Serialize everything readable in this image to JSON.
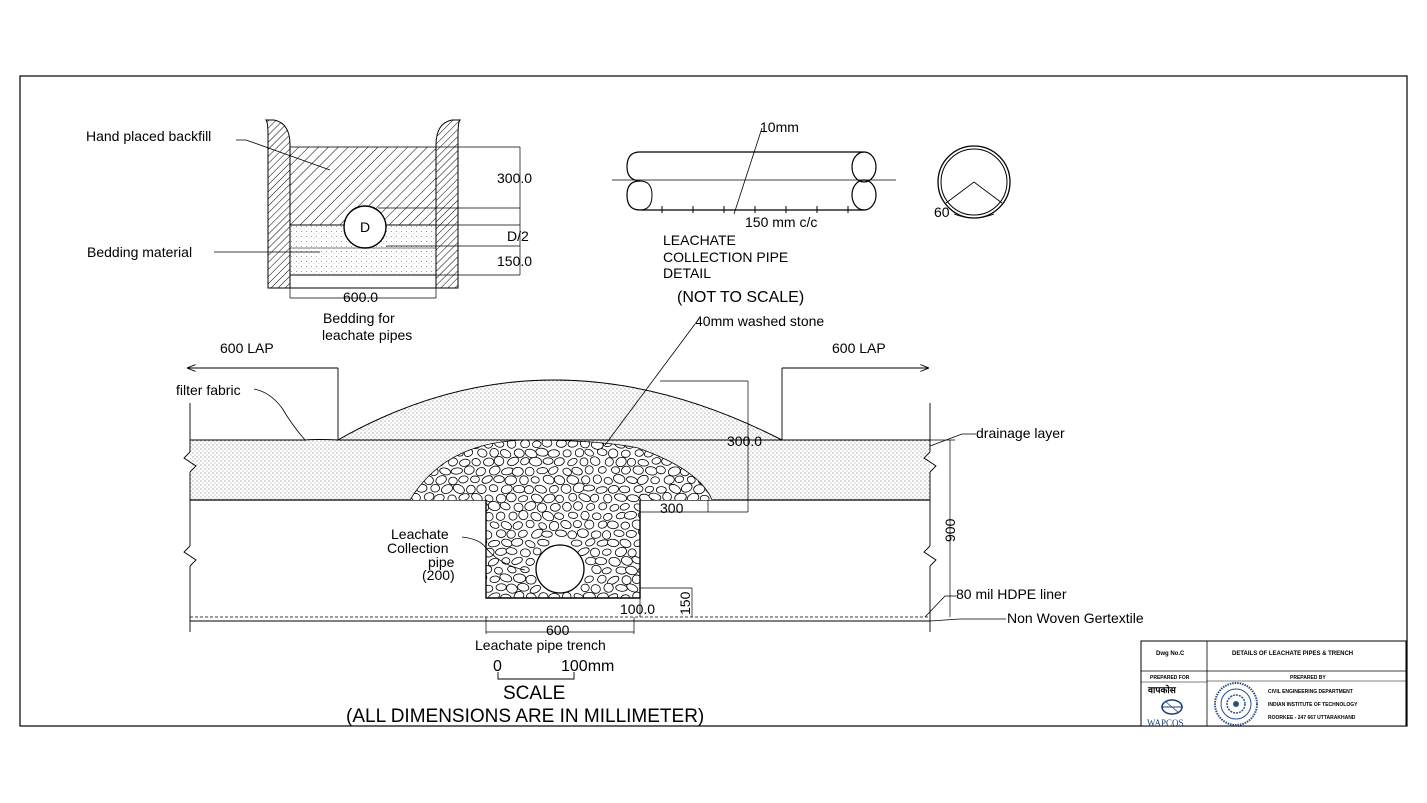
{
  "bedding_detail": {
    "backfill_label": "Hand placed backfill",
    "bedding_label": "Bedding material",
    "pipe_symbol": "D",
    "dim_top": "300.0",
    "dim_half": "D/2",
    "dim_bottom": "150.0",
    "dim_width": "600.0",
    "caption_line1": "Bedding for",
    "caption_line2": "leachate pipes"
  },
  "pipe_detail": {
    "perforation": "10mm",
    "spacing": "150 mm c/c",
    "title_line1": "LEACHATE",
    "title_line2": "COLLECTION PIPE",
    "title_line3": "DETAIL",
    "scale_note": "(NOT TO SCALE)",
    "angle": "60"
  },
  "trench_detail": {
    "stone_label": "40mm washed stone",
    "lap_left": "600 LAP",
    "lap_right": "600 LAP",
    "filter_label": "filter fabric",
    "drainage_label": "drainage layer",
    "dim_mound": "300.0",
    "dim_offset": "300",
    "dim_depth": "900",
    "pipe_label_1": "Leachate",
    "pipe_label_2": "Collection",
    "pipe_label_3": "pipe",
    "pipe_label_4": "(200)",
    "liner_label": "80 mil HDPE liner",
    "geotextile_label": "Non Woven Gertextile",
    "dim_bottom_offset": "100.0",
    "dim_bottom_depth": "150",
    "dim_trench_width": "600",
    "caption": "Leachate pipe trench"
  },
  "scale_bar": {
    "start": "0",
    "end": "100mm",
    "title": "SCALE",
    "note": "(ALL DIMENSIONS ARE IN MILLIMETER)"
  },
  "title_block": {
    "dwg_label": "Dwg No.C",
    "dwg_title": "DETAILS OF LEACHATE PIPES & TRENCH",
    "prepared_for": "PREPARED FOR",
    "prepared_by": "PREPARED BY",
    "client_hindi": "वापकोस",
    "client_name": "WAPCOS",
    "dept": "CIVIL ENGINEERING DEPARTMENT",
    "institute": "INDIAN INSTITUTE OF TECHNOLOGY",
    "address": "ROORKEE - 247 667 UTTARAKHAND"
  }
}
